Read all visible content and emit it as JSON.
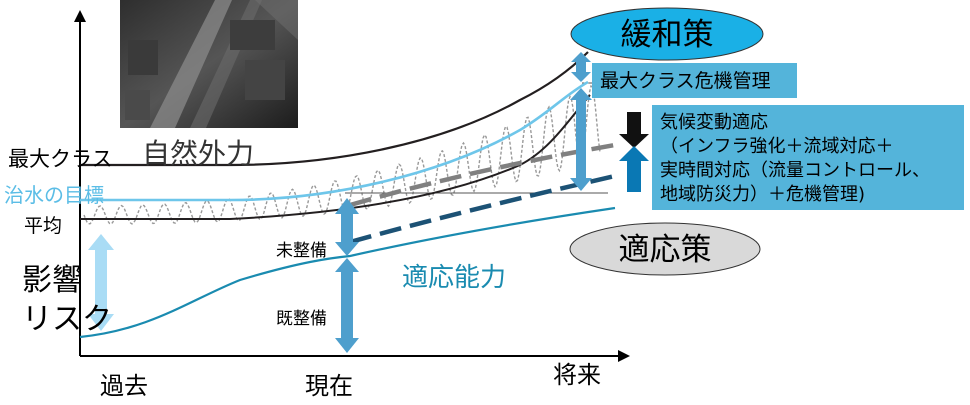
{
  "axis": {
    "x_labels": [
      "過去",
      "現在",
      "将来"
    ]
  },
  "left_labels": {
    "max_class": "最大クラス",
    "flood_target": "治水の目標",
    "average": "平均",
    "impact": "影響",
    "risk": "リスク"
  },
  "natural_force": "自然外力",
  "photo_icon": "aerial-flood-photo",
  "bars": {
    "unimproved": "未整備",
    "improved": "既整備"
  },
  "adaptive_capacity": "適応能力",
  "mitigation": "緩和策",
  "adaptation": "適応策",
  "max_crisis_box": "最大クラス危機管理",
  "climate_box": {
    "line1": "気候変動適応",
    "line2": "（インフラ強化＋流域対応＋",
    "line3": "実時間対応（流量コントロール、",
    "line4": "地域防災力）＋危機管理)"
  },
  "colors": {
    "dark_curve": "#231f20",
    "light_blue": "#6ec6ea",
    "teal": "#1a8bb0",
    "navy_dash": "#1c5275",
    "gray_dash": "#808080",
    "box_blue": "#54b4da",
    "ellipse_blue": "#1ab0e6",
    "ellipse_gray": "#d9d9d9",
    "arrow_teal": "#0a78b4"
  }
}
